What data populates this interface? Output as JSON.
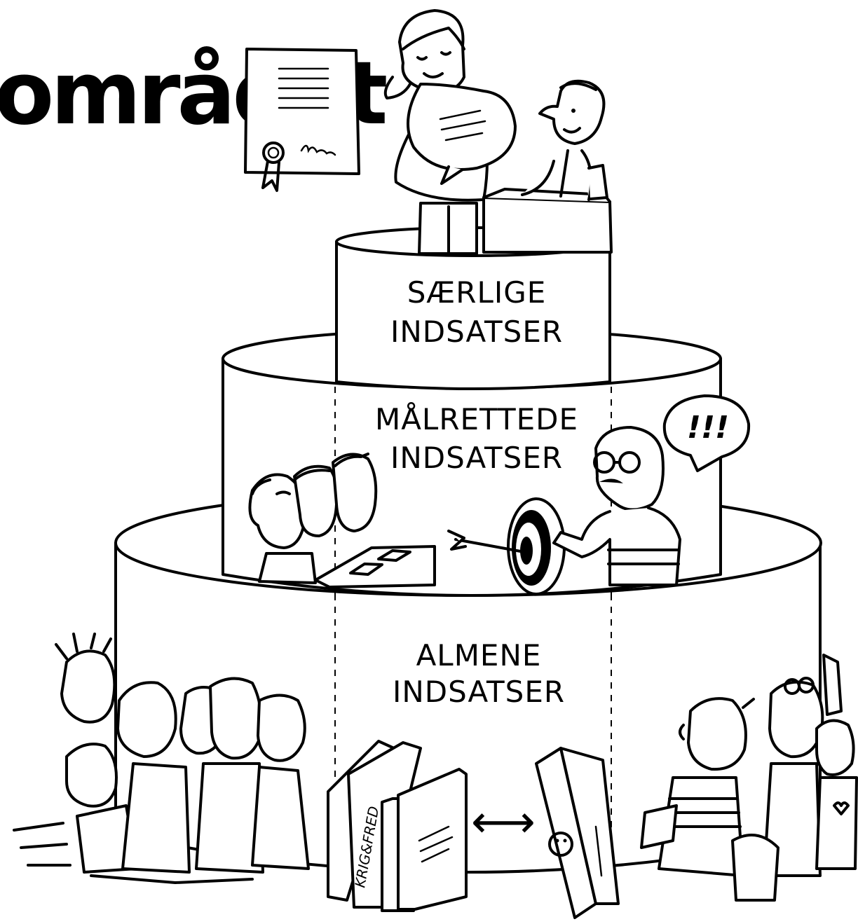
{
  "heading": "området",
  "tiers": [
    {
      "lines": [
        "SÆRLIGE",
        "INDSATSER"
      ]
    },
    {
      "lines": [
        "MÅLRETTEDE",
        "INDSATSER"
      ]
    },
    {
      "lines": [
        "ALMENE",
        "INDSATSER"
      ]
    }
  ],
  "speech_bubble": "!!!",
  "book_spine": "KRIG&FRED",
  "book_arrow": "⟷",
  "icons": [
    "certificate-icon",
    "speech-bubble-icon",
    "target-icon",
    "arrow-icon",
    "books-icon",
    "people-group-icon"
  ]
}
